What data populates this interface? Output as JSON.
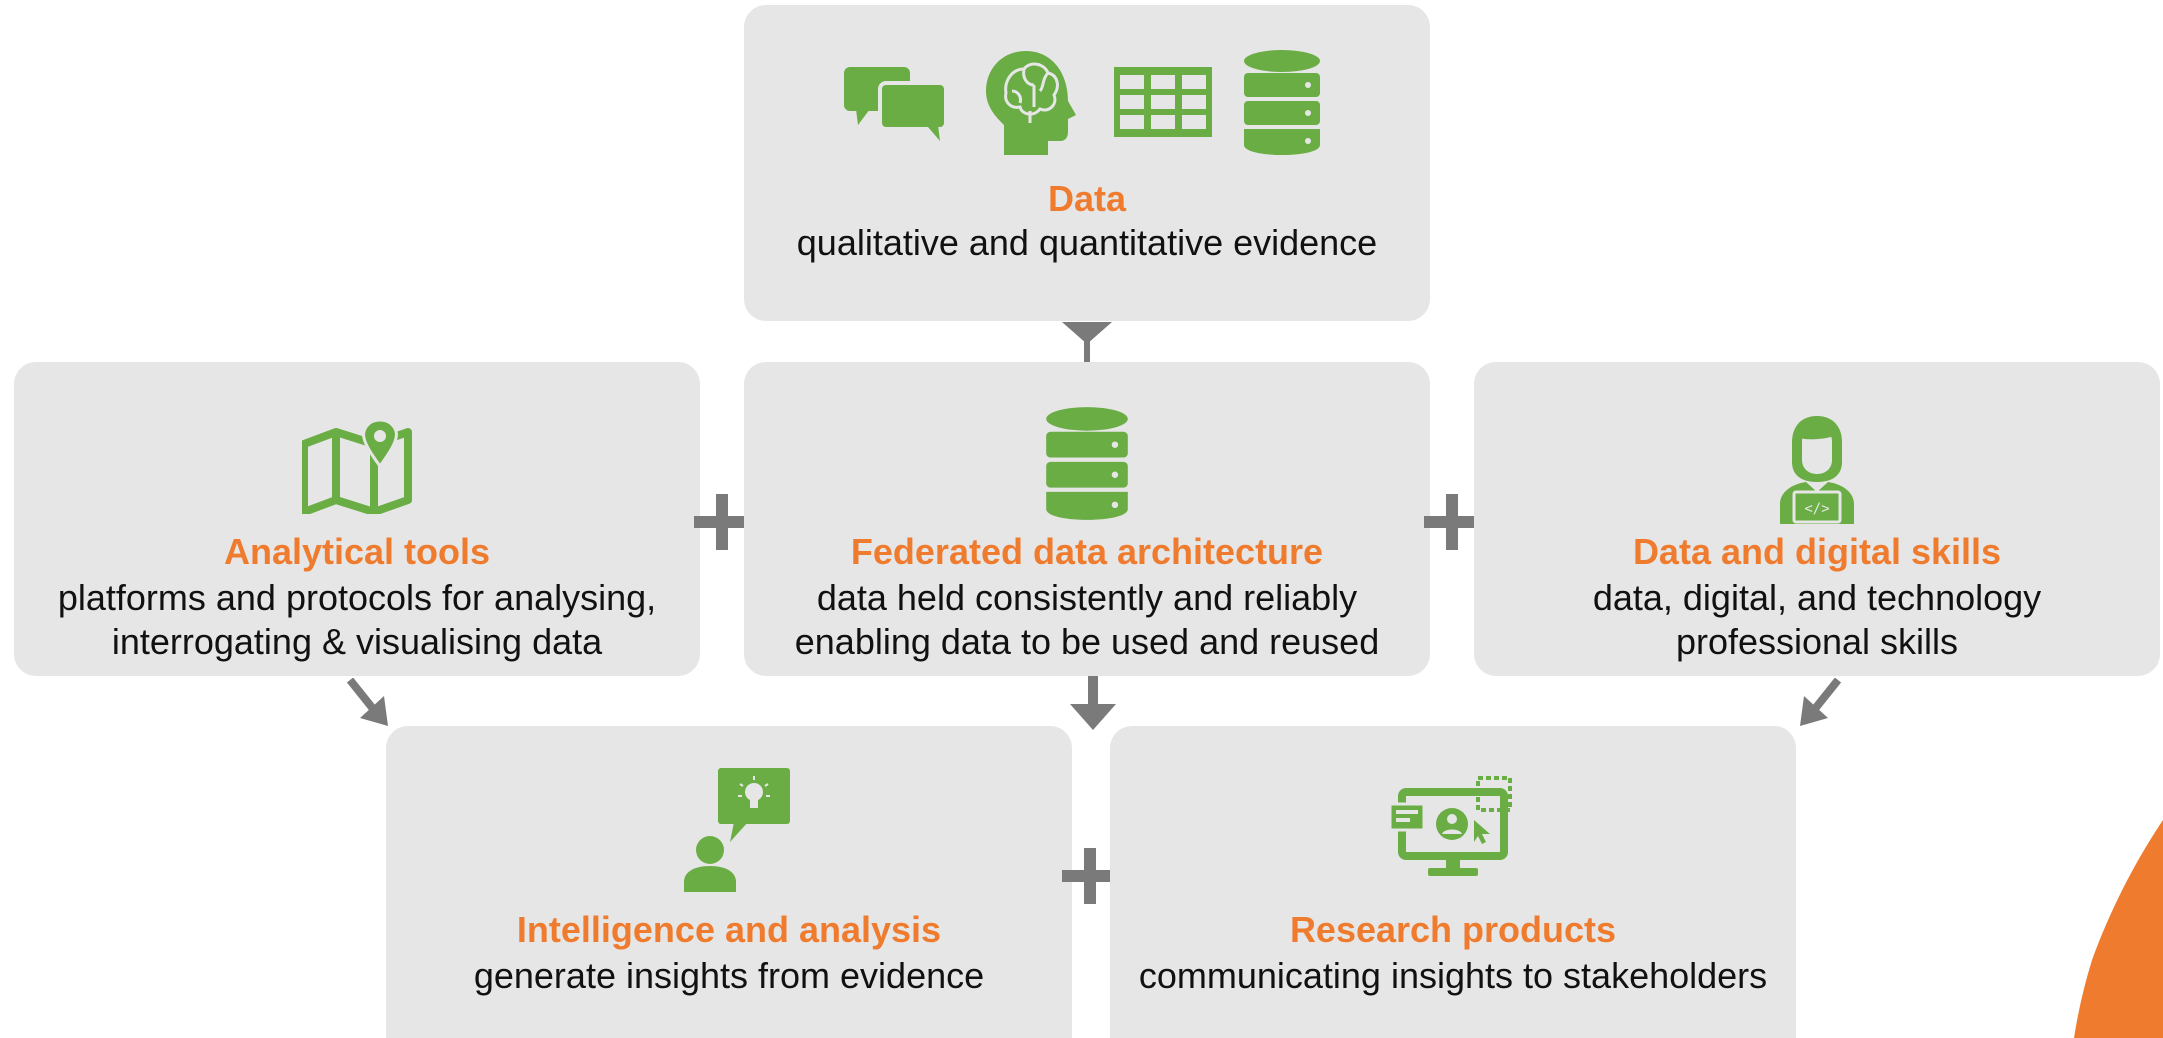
{
  "colors": {
    "box_bg": "#e6e6e6",
    "title": "#ef7c2e",
    "icon": "#6aad45",
    "connector": "#7a7a7a",
    "corner_accent": "#ef7c2e"
  },
  "nodes": {
    "data": {
      "title": "Data",
      "desc": "qualitative and quantitative evidence",
      "icons": [
        "speech-bubbles-icon",
        "brain-head-icon",
        "table-grid-icon",
        "database-icon"
      ]
    },
    "analytical_tools": {
      "title": "Analytical tools",
      "desc_line1": "platforms and protocols for analysing,",
      "desc_line2": "interrogating & visualising data",
      "icon": "map-pin-icon"
    },
    "federated": {
      "title": "Federated data architecture",
      "desc_line1": "data held consistently and reliably",
      "desc_line2": "enabling data to be used and reused",
      "icon": "database-icon"
    },
    "digital_skills": {
      "title": "Data and digital skills",
      "desc_line1": "data, digital, and technology",
      "desc_line2": "professional skills",
      "icon": "coder-person-icon"
    },
    "intelligence": {
      "title": "Intelligence and analysis",
      "desc": "generate insights from evidence",
      "icon": "person-lightbulb-icon"
    },
    "research": {
      "title": "Research products",
      "desc": "communicating insights to stakeholders",
      "icon": "monitor-presentation-icon"
    }
  }
}
